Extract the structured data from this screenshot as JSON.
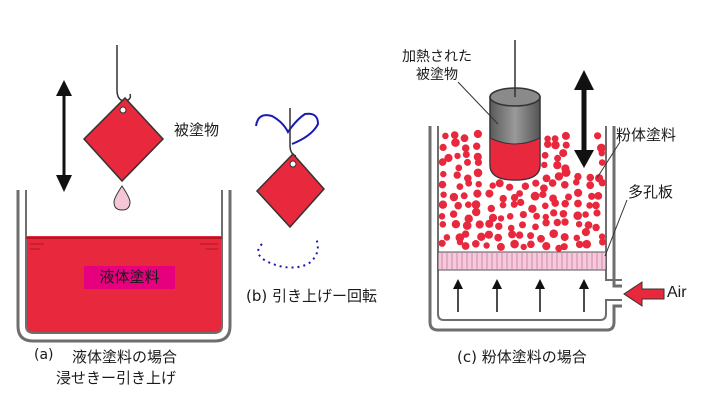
{
  "panel_a": {
    "object_label": "被塗物",
    "liquid_label": "液体塗料",
    "caption_marker": "(a)",
    "caption_line1": "液体塗料の場合",
    "caption_line2": "浸せきー引き上げ"
  },
  "panel_b": {
    "caption": "(b) 引き上げー回転"
  },
  "panel_c": {
    "heated_object_label_line1": "加熱された",
    "heated_object_label_line2": "被塗物",
    "powder_label": "粉体塗料",
    "porous_plate_label": "多孔板",
    "air_label": "Air",
    "caption": "(c) 粉体塗料の場合"
  },
  "colors": {
    "paint_red": "#e8283c",
    "liquid_label_bg": "#e6007e",
    "drop_pink": "#f4c6d6",
    "porous_plate": "#f7c9dc",
    "wire_blue": "#1b1bb3",
    "dark_gray": "#6e6e6e"
  }
}
